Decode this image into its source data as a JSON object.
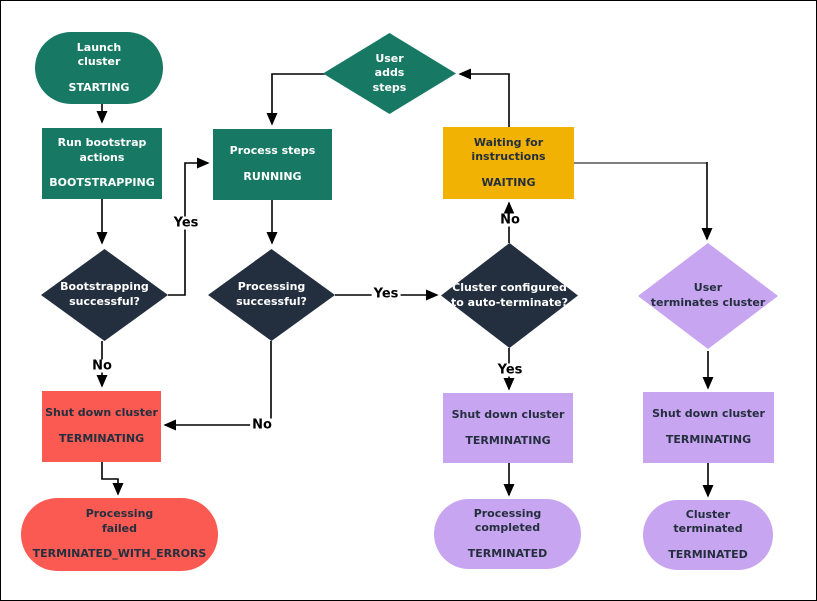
{
  "colors": {
    "node_green": "#177963",
    "node_yellow": "#F2B203",
    "node_dark_navy": "#232F3E",
    "node_red": "#FA5A52",
    "node_purple": "#C8A5F0",
    "text_on_dark": "#FFFFFF",
    "text_on_light": "#232F3E",
    "connector_black": "#000000",
    "connector_gray": "#7F7F7F"
  },
  "nodes": {
    "launch": {
      "label": "Launch\ncluster",
      "state": "STARTING"
    },
    "bootstrap": {
      "label": "Run bootstrap\nactions",
      "state": "BOOTSTRAPPING"
    },
    "process_steps": {
      "label": "Process steps",
      "state": "RUNNING"
    },
    "user_adds_steps": {
      "label": "User\nadds\nsteps"
    },
    "waiting": {
      "label": "Waiting for\ninstructions",
      "state": "WAITING"
    },
    "bootstrapping_successful": {
      "label": "Bootstrapping\nsuccessful?"
    },
    "processing_successful": {
      "label": "Processing\nsuccessful?"
    },
    "auto_terminate": {
      "label": "Cluster configured\nto auto-terminate?"
    },
    "user_terminates": {
      "label": "User\nterminates cluster"
    },
    "shutdown_failed": {
      "label": "Shut down cluster",
      "state": "TERMINATING"
    },
    "terminated_with_errors": {
      "label": "Processing\nfailed",
      "state": "TERMINATED_WITH_ERRORS"
    },
    "shutdown_auto": {
      "label": "Shut down cluster",
      "state": "TERMINATING"
    },
    "terminated_completed": {
      "label": "Processing\ncompleted",
      "state": "TERMINATED"
    },
    "shutdown_user": {
      "label": "Shut down cluster",
      "state": "TERMINATING"
    },
    "terminated_cluster": {
      "label": "Cluster\nterminated",
      "state": "TERMINATED"
    }
  },
  "edge_labels": {
    "bootstrapping_yes": "Yes",
    "bootstrapping_no": "No",
    "processing_yes": "Yes",
    "processing_no": "No",
    "auto_terminate_no": "No",
    "auto_terminate_yes": "Yes"
  }
}
